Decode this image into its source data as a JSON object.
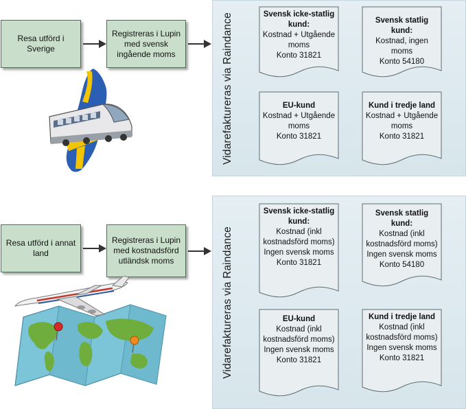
{
  "section1": {
    "start_label": "Resa utförd i Sverige",
    "register_label": "Registreras i Lupin med svensk ingående moms",
    "panel_label": "Vidarefaktureras via Raindance",
    "cards": [
      {
        "title": "Svensk icke-statlig kund:",
        "lines": [
          "Kostnad + Utgående moms",
          "Konto 31821"
        ]
      },
      {
        "title": "Svensk statlig kund:",
        "lines": [
          "Kostnad, ingen moms",
          "Konto 54180"
        ]
      },
      {
        "title": "EU-kund",
        "lines": [
          "Kostnad + Utgående moms",
          "Konto 31821"
        ]
      },
      {
        "title": "Kund i tredje land",
        "lines": [
          "Kostnad + Utgående moms",
          "Konto 31821"
        ]
      }
    ]
  },
  "section2": {
    "start_label": "Resa utförd i annat land",
    "register_label": "Registreras i Lupin med kostnadsförd utländsk moms",
    "panel_label": "Vidarefaktureras via Raindance",
    "cards": [
      {
        "title": "Svensk icke-statlig kund:",
        "lines": [
          "Kostnad (inkl kostnadsförd moms)",
          "Ingen svensk moms",
          "Konto 31821"
        ]
      },
      {
        "title": "Svensk statlig kund:",
        "lines": [
          "Kostnad (inkl kostnadsförd moms)",
          "Ingen svensk moms",
          "Konto 54180"
        ]
      },
      {
        "title": "EU-kund",
        "lines": [
          "Kostnad (inkl kostnadsförd moms)",
          "Ingen svensk moms",
          "Konto 31821"
        ]
      },
      {
        "title": "Kund i tredje land",
        "lines": [
          "Kostnad (inkl kostnadsförd moms)",
          "Ingen svensk moms",
          "Konto 31821"
        ]
      }
    ]
  },
  "colors": {
    "box_fill": "#c9dfcb",
    "box_border": "#4d6d55",
    "panel_fill": "#dde9ee",
    "sweden_blue": "#2b5fb4",
    "sweden_yellow": "#f5c400"
  },
  "icons": [
    "train-over-sweden-map-illustration",
    "airplane-over-world-map-illustration"
  ]
}
